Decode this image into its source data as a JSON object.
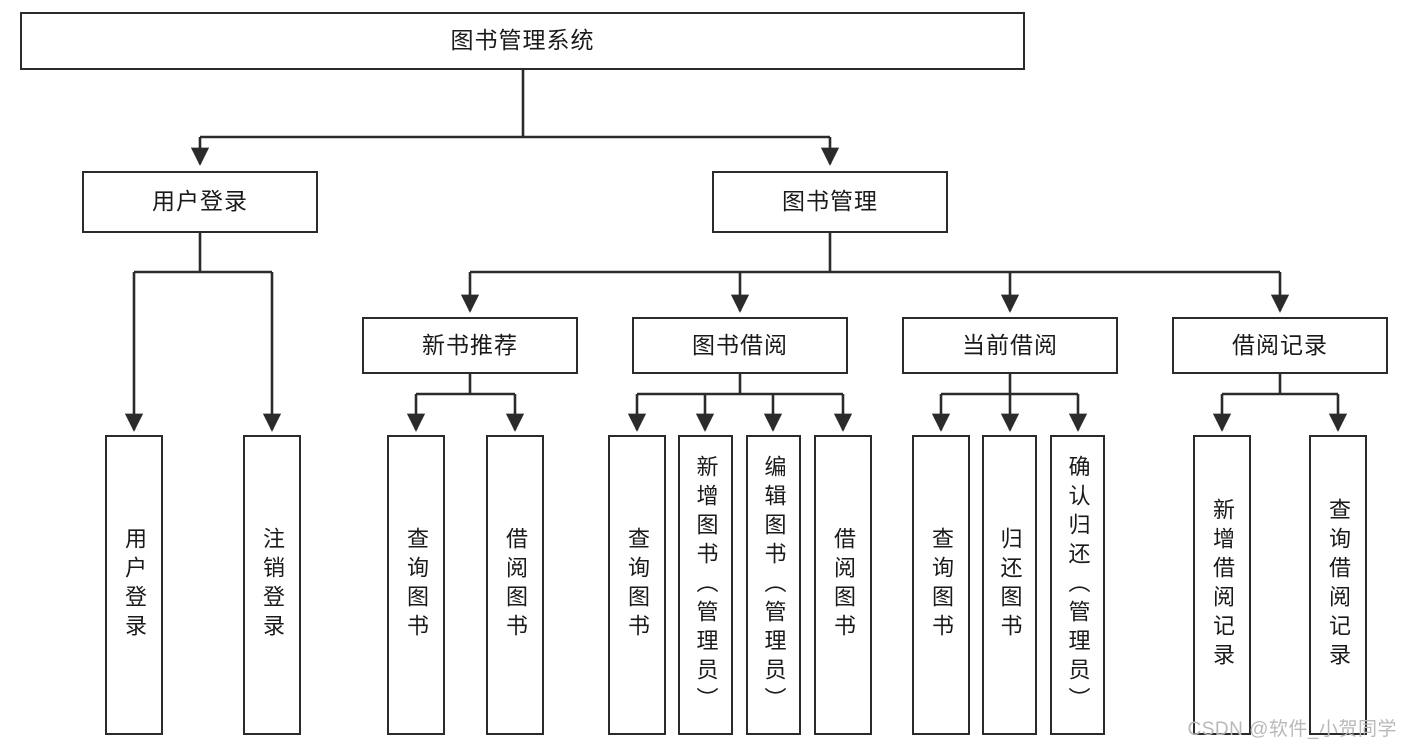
{
  "diagram": {
    "title": "图书管理系统",
    "type": "tree-hierarchy-diagram",
    "watermark": "CSDN @软件_小贺同学",
    "colors": {
      "box_border": "#2b2b2b",
      "box_fill": "#ffffff",
      "edge": "#2b2b2b",
      "text": "#1a1a1a",
      "watermark": "#b9b9b9",
      "background": "#ffffff"
    }
  },
  "nodes": {
    "root": {
      "label": "图书管理系统"
    },
    "level2": [
      {
        "label": "用户登录"
      },
      {
        "label": "图书管理"
      }
    ],
    "level3": [
      {
        "label": "新书推荐"
      },
      {
        "label": "图书借阅"
      },
      {
        "label": "当前借阅"
      },
      {
        "label": "借阅记录"
      }
    ],
    "leaves": [
      {
        "label": "用户登录"
      },
      {
        "label": "注销登录"
      },
      {
        "label": "查询图书"
      },
      {
        "label": "借阅图书"
      },
      {
        "label": "查询图书"
      },
      {
        "label": "新增图书（管理员）"
      },
      {
        "label": "编辑图书（管理员）"
      },
      {
        "label": "借阅图书"
      },
      {
        "label": "查询图书"
      },
      {
        "label": "归还图书"
      },
      {
        "label": "确认归还（管理员）"
      },
      {
        "label": "新增借阅记录"
      },
      {
        "label": "查询借阅记录"
      }
    ]
  }
}
